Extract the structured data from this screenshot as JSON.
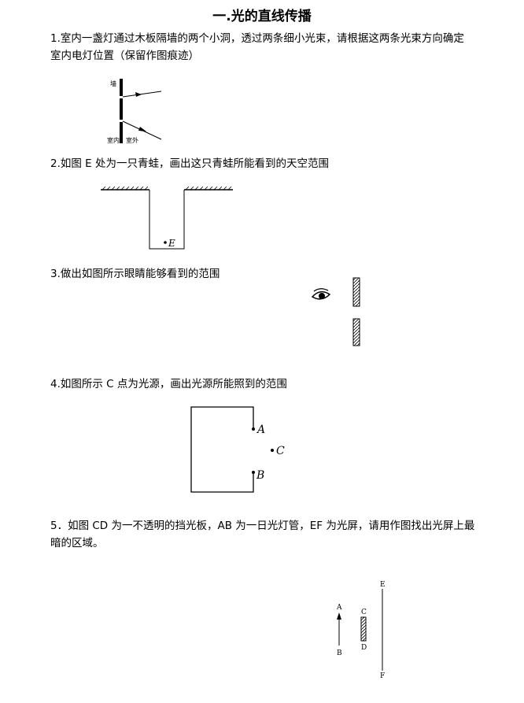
{
  "title": "一.光的直线传播",
  "q1": {
    "text": " 1.室内一盏灯通过木板隔墙的两个小洞，透过两条细小光束，请根据这两条光束方向确定室内电灯位置（保留作图痕迹）",
    "labels": {
      "wall": "墙",
      "inside": "室内",
      "outside": "室外"
    }
  },
  "q2": {
    "text": "2.如图 E 处为一只青蛙，画出这只青蛙所能看到的天空范围",
    "point": "E"
  },
  "q3": {
    "text": "3.做出如图所示眼睛能够看到的范围"
  },
  "q4": {
    "text": "4.如图所示 C 点为光源，画出光源所能照到的范围",
    "points": {
      "a": "A",
      "b": "B",
      "c": "C"
    }
  },
  "q5": {
    "text": "5．如图 CD 为一不透明的挡光板，AB 为一日光灯管，EF 为光屏，请用作图找出光屏上最暗的区域。",
    "labels": {
      "a": "A",
      "b": "B",
      "c": "C",
      "d": "D",
      "e": "E",
      "f": "F"
    }
  }
}
